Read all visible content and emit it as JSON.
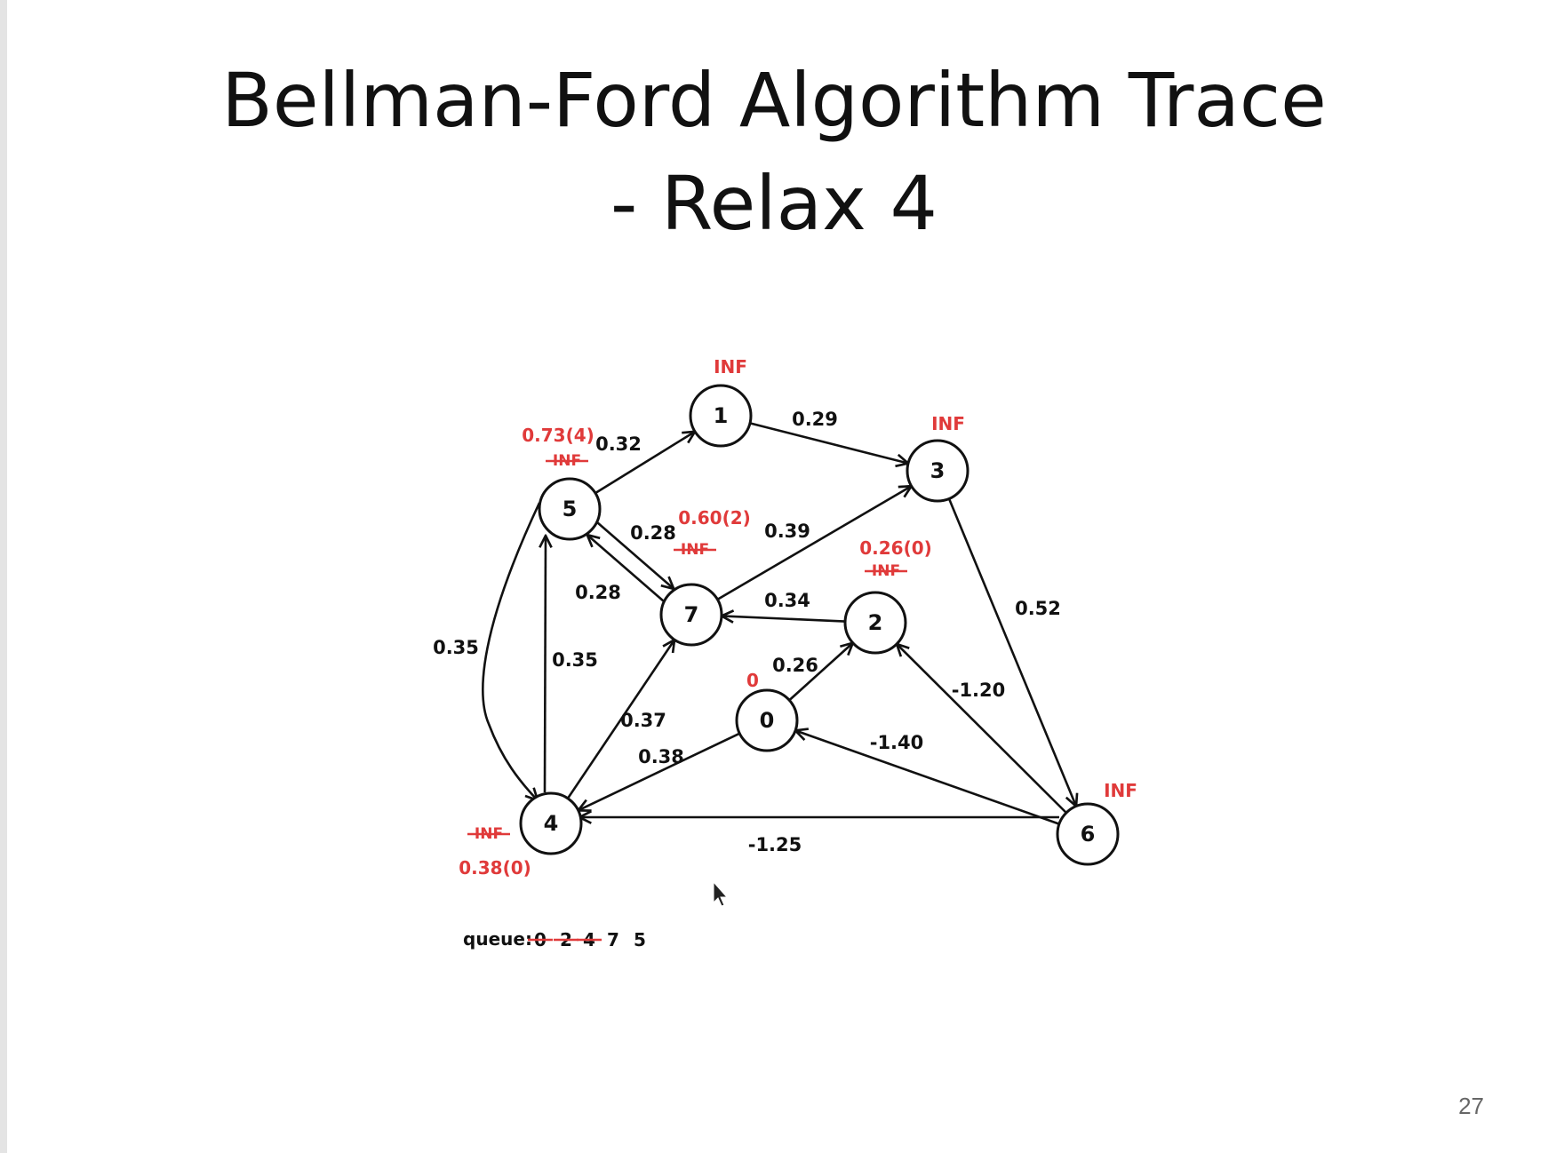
{
  "slide": {
    "title_line1": "Bellman-Ford Algorithm Trace",
    "title_line2": "- Relax 4",
    "page_number": "27"
  },
  "colors": {
    "ink": "#111111",
    "annotation": "#e03a3a",
    "page_number": "#666666"
  },
  "nodes": [
    {
      "id": "0",
      "label": "0"
    },
    {
      "id": "1",
      "label": "1"
    },
    {
      "id": "2",
      "label": "2"
    },
    {
      "id": "3",
      "label": "3"
    },
    {
      "id": "4",
      "label": "4"
    },
    {
      "id": "5",
      "label": "5"
    },
    {
      "id": "6",
      "label": "6"
    },
    {
      "id": "7",
      "label": "7"
    }
  ],
  "edges": [
    {
      "from": "5",
      "to": "1",
      "weight": "0.32"
    },
    {
      "from": "1",
      "to": "3",
      "weight": "0.29"
    },
    {
      "from": "7",
      "to": "5",
      "weight": "0.28"
    },
    {
      "from": "5",
      "to": "7",
      "weight": "0.28"
    },
    {
      "from": "7",
      "to": "3",
      "weight": "0.39"
    },
    {
      "from": "2",
      "to": "7",
      "weight": "0.34"
    },
    {
      "from": "3",
      "to": "6",
      "weight": "0.52"
    },
    {
      "from": "5",
      "to": "4",
      "weight": "0.35"
    },
    {
      "from": "4",
      "to": "5",
      "weight": "0.35"
    },
    {
      "from": "4",
      "to": "7",
      "weight": "0.37"
    },
    {
      "from": "0",
      "to": "2",
      "weight": "0.26"
    },
    {
      "from": "6",
      "to": "2",
      "weight": "-1.20"
    },
    {
      "from": "6",
      "to": "0",
      "weight": "-1.40"
    },
    {
      "from": "0",
      "to": "4",
      "weight": "0.38"
    },
    {
      "from": "6",
      "to": "4",
      "weight": "-1.25"
    }
  ],
  "distances": [
    {
      "node": "1",
      "current": "INF"
    },
    {
      "node": "3",
      "current": "INF"
    },
    {
      "node": "5",
      "current": "0.73(4)",
      "struck": "INF"
    },
    {
      "node": "7",
      "current": "0.60(2)",
      "struck": "INF"
    },
    {
      "node": "2",
      "current": "0.26(0)",
      "struck": "INF"
    },
    {
      "node": "0",
      "current": "0"
    },
    {
      "node": "6",
      "current": "INF"
    },
    {
      "node": "4",
      "current": "0.38(0)",
      "struck": "INF"
    }
  ],
  "queue": {
    "label": "queue:",
    "items": [
      {
        "value": "0",
        "removed": true
      },
      {
        "value": "2",
        "removed": true
      },
      {
        "value": "4",
        "removed": true
      },
      {
        "value": "7",
        "removed": false
      },
      {
        "value": "5",
        "removed": false
      }
    ]
  }
}
